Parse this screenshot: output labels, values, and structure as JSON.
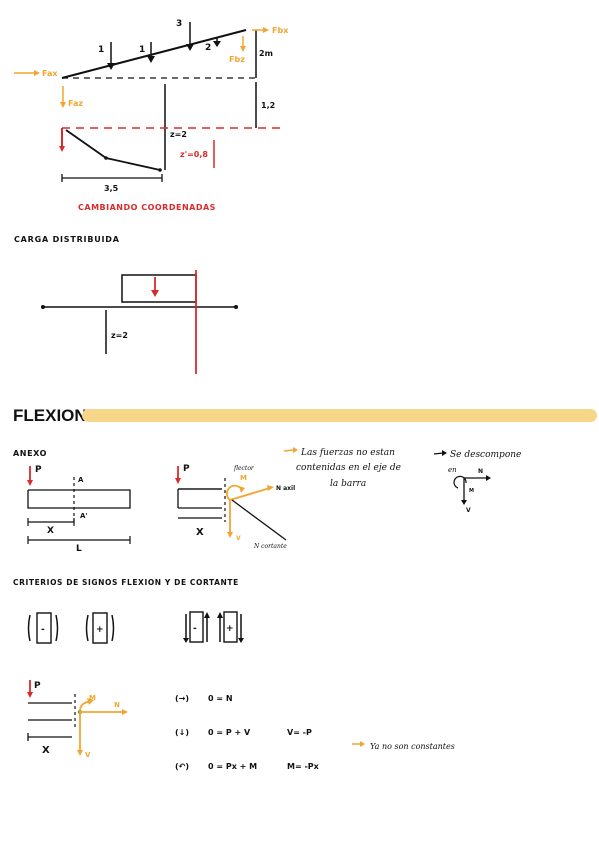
{
  "colors": {
    "ink": "#111111",
    "red": "#d92b2b",
    "orange": "#f2a530",
    "highlight": "#f7d68a"
  },
  "top_diagram": {
    "forces_left": "Fax",
    "forces_left_down": "Faz",
    "force_right_top": "Fbx",
    "force_right_vertical": "Fbz",
    "loads": [
      "1",
      "1",
      "3",
      "2"
    ],
    "height_right": "2m",
    "length_right": "1,2",
    "z_label": "z=2",
    "z_prime": "z'=0,8",
    "base_length": "3,5",
    "caption": "CAMBIANDO COORDENADAS"
  },
  "carga": {
    "title": "CARGA DISTRIBUIDA",
    "z_label": "z=2"
  },
  "flexion": {
    "title": "FLEXION"
  },
  "anexo": {
    "title": "ANEXO",
    "p": "P",
    "a": "A",
    "a_prime": "A'",
    "x": "X",
    "l": "L",
    "p2": "P",
    "flector": "flector",
    "m_label": "M",
    "n_axil": "N axil",
    "v_label": "V",
    "cortante": "N cortante",
    "x2": "X",
    "note_line1": "Las fuerzas no estan",
    "note_line2": "contenidas en el eje de",
    "note_line3": "la barra",
    "arrow_note": "Se descompone",
    "en": "en",
    "n_small": "N",
    "m_small": "M",
    "v_small": "V"
  },
  "criterios": {
    "title": "CRITERIOS DE SIGNOS FLEXION Y DE CORTANTE",
    "minus": "-",
    "plus": "+"
  },
  "equations": {
    "p": "P",
    "m": "M",
    "n": "N",
    "v": "V",
    "x": "X",
    "eq1_prefix": "(→)",
    "eq1": "0 = N",
    "eq2_prefix": "(↓)",
    "eq2": "0 = P + V",
    "eq2_result": "V= -P",
    "eq3_prefix": "(↶)",
    "eq3": "0 = Px + M",
    "eq3_result": "M= -Px",
    "note": "Ya no son constantes"
  }
}
